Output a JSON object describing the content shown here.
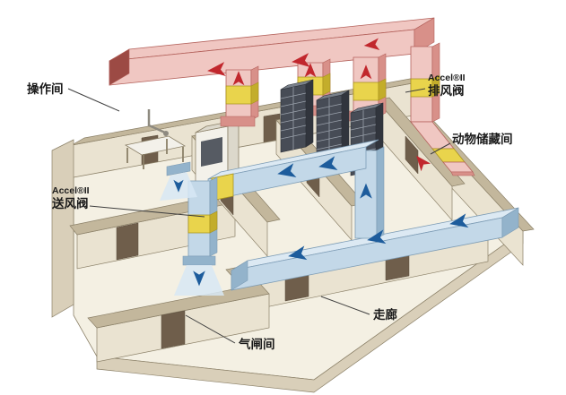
{
  "diagram": {
    "description": "Isometric cutaway of a laboratory animal facility showing Accel II ventilation valves, red exhaust ductwork and blue supply ductwork",
    "labels": {
      "operation_room": "操作间",
      "exhaust_brand": "Accel®II",
      "exhaust_valve": "排风阀",
      "animal_storage_room": "动物储藏间",
      "supply_brand": "Accel®II",
      "supply_valve": "送风阀",
      "corridor": "走廊",
      "airlock_room": "气闸间"
    },
    "colors": {
      "exhaust_duct": "#f0c7c2",
      "exhaust_duct_dark": "#d89089",
      "exhaust_interior": "#9c4a44",
      "exhaust_line": "#b4625c",
      "exhaust_accent": "#c1272d",
      "supply_duct": "#c3d8e8",
      "supply_duct_light": "#dce9f3",
      "supply_duct_dark": "#93b3cb",
      "supply_line": "#7d9cb5",
      "supply_accent": "#1d5c9c",
      "valve_yellow": "#e9d44c",
      "valve_yellow_dark": "#c3ad2b",
      "valve_line": "#a8921f",
      "wall_light": "#eae3d1",
      "wall_mid": "#d9cfb9",
      "wall_dark": "#c3b79c",
      "floor": "#f4f0e3",
      "door": "#6f5e4b",
      "outline": "#8b8068",
      "equipment_dark": "#474c56",
      "air_cone": "#d7e8f4",
      "label": "#1a1a1a",
      "leader": "#3f3f3f",
      "background": "#ffffff"
    }
  }
}
